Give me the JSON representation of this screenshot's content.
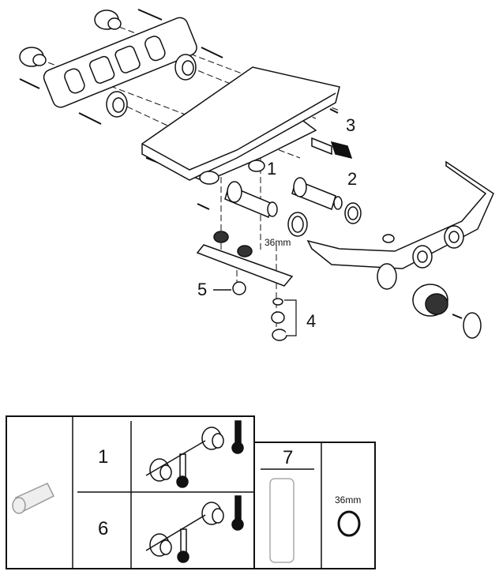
{
  "diagram": {
    "callouts": {
      "c1": "1",
      "c2": "2",
      "c3": "3",
      "c4": "4",
      "c5": "5",
      "wrench_size": "36mm"
    },
    "table": {
      "row1_label": "1",
      "row2_label": "6",
      "tool_label": "7",
      "ring_size": "36mm"
    },
    "icons": [
      "cartridge-icon",
      "thermometer-hot-icon",
      "thermometer-cold-icon",
      "wrench-tube-icon",
      "ring-nut-icon"
    ]
  }
}
